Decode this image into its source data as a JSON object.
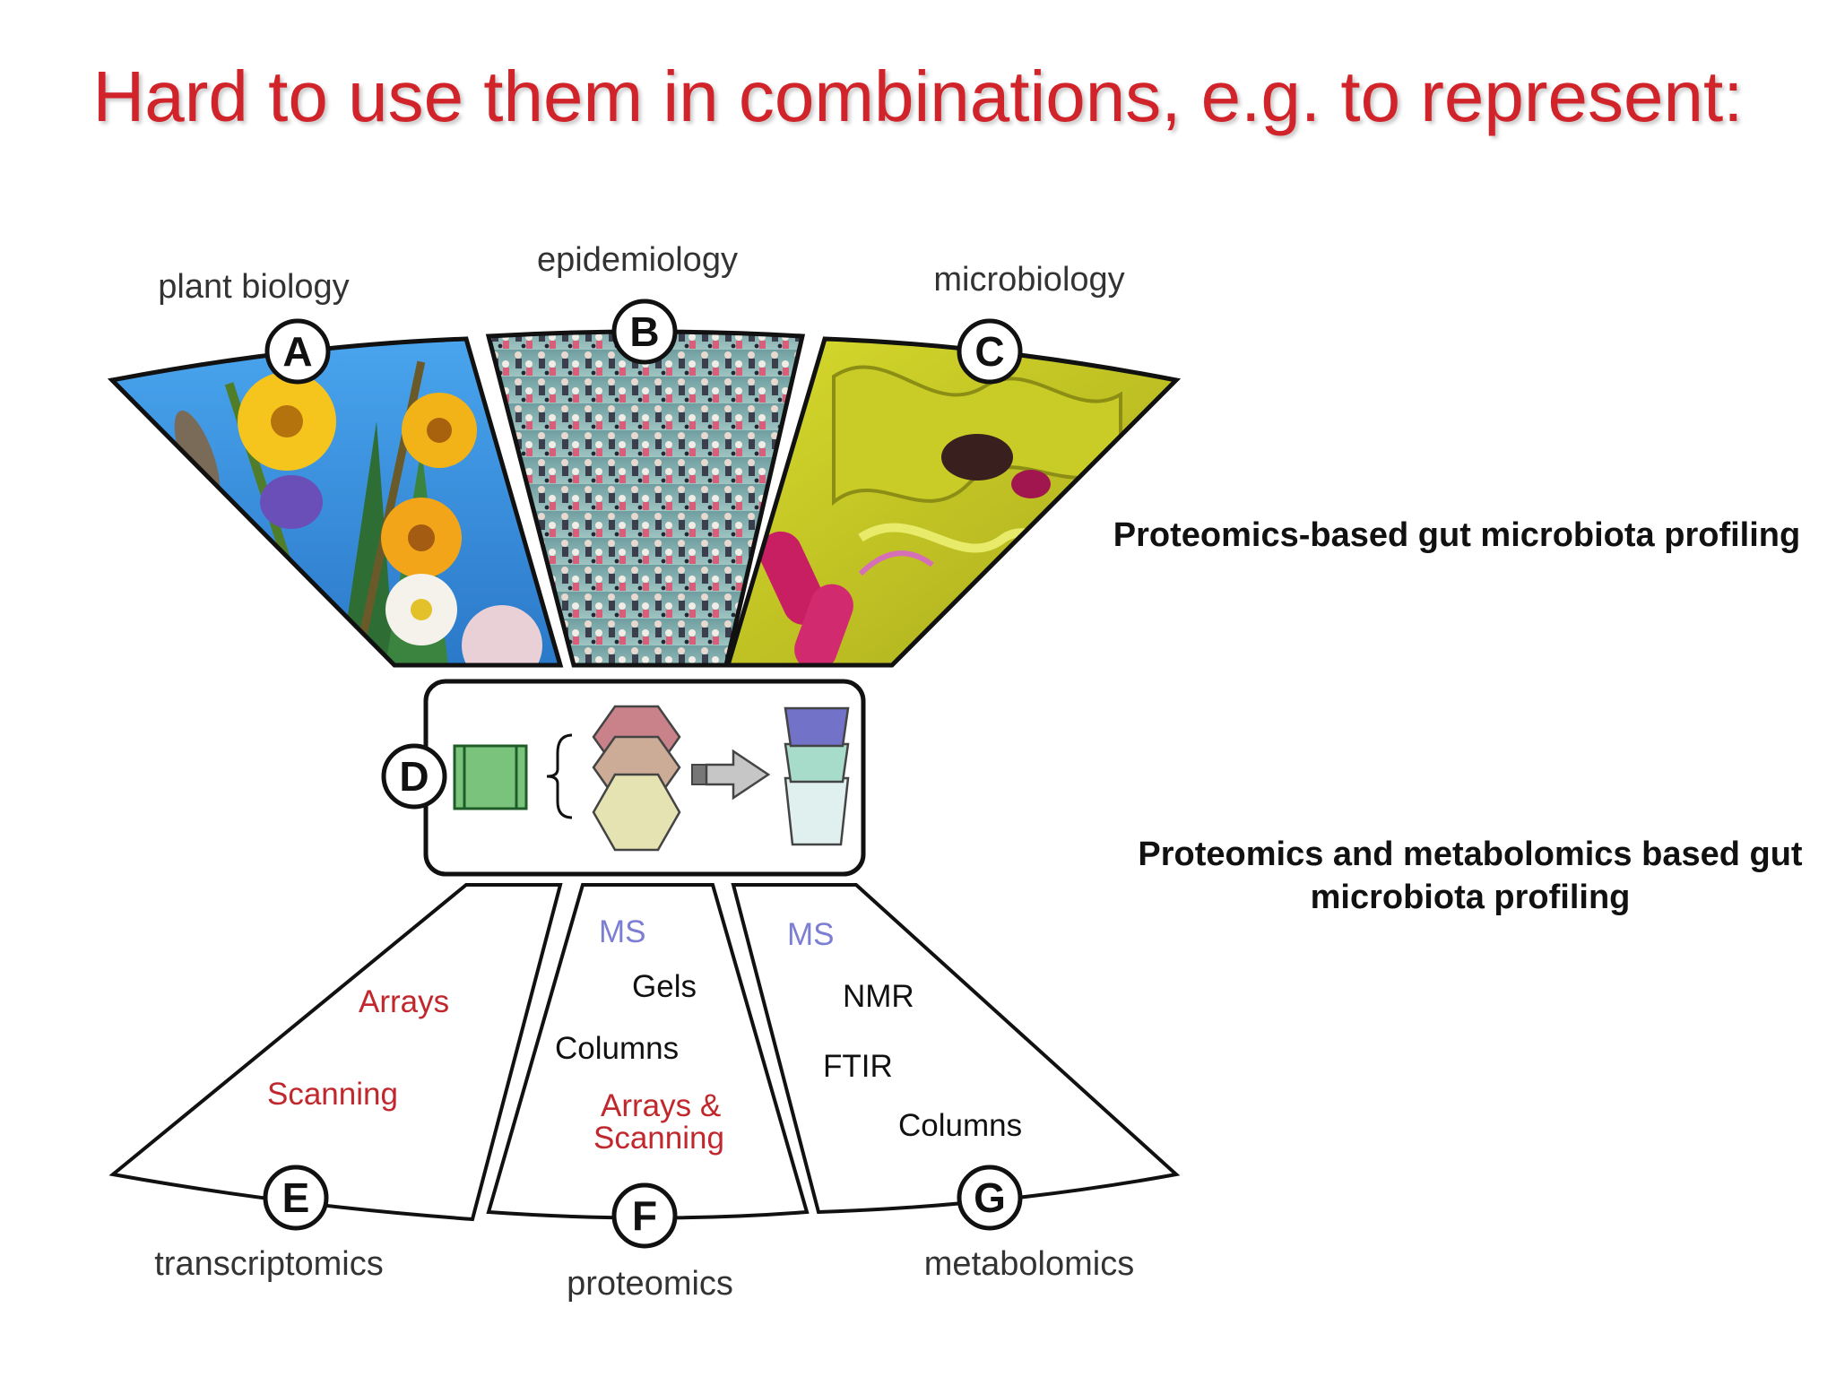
{
  "title": "Hard to use them in combinations, e.g. to represent:",
  "top_panels": [
    {
      "letter": "A",
      "label": "plant biology"
    },
    {
      "letter": "B",
      "label": "epidemiology"
    },
    {
      "letter": "C",
      "label": "microbiology"
    }
  ],
  "middle_panel": {
    "letter": "D"
  },
  "bottom_panels": [
    {
      "letter": "E",
      "label": "transcriptomics",
      "methods": [
        "Arrays",
        "Scanning"
      ]
    },
    {
      "letter": "F",
      "label": "proteomics",
      "methods": [
        "MS",
        "Gels",
        "Columns",
        "Arrays &",
        "Scanning"
      ]
    },
    {
      "letter": "G",
      "label": "metabolomics",
      "methods": [
        "MS",
        "NMR",
        "FTIR",
        "Columns"
      ]
    }
  ],
  "callouts": [
    "Proteomics-based gut microbiota profiling",
    "Proteomics and metabolomics based gut microbiota profiling"
  ],
  "colors": {
    "title": "#d0232a",
    "method_red": "#c0282d",
    "method_blue": "#7b7ed2",
    "method_black": "#111111"
  }
}
